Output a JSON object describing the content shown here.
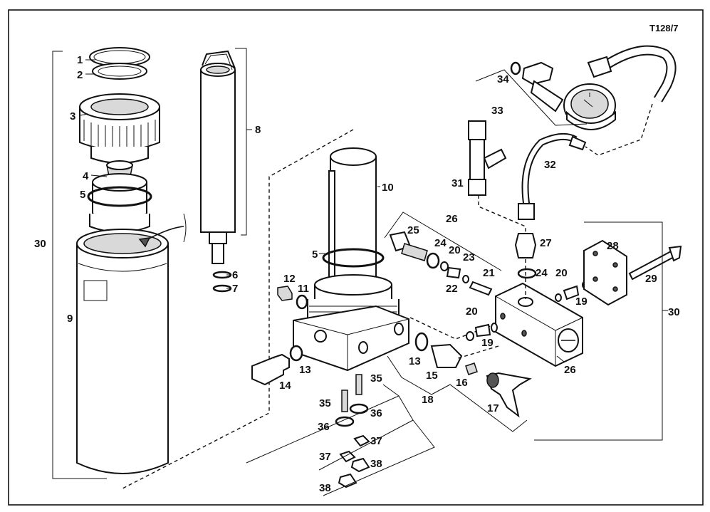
{
  "drawing_ref": "T128/7",
  "labels": {
    "l1": "1",
    "l2": "2",
    "l3": "3",
    "l4": "4",
    "l5a": "5",
    "l5b": "5",
    "l6": "6",
    "l7": "7",
    "l8": "8",
    "l9": "9",
    "l10": "10",
    "l11": "11",
    "l12": "12",
    "l13a": "13",
    "l13b": "13",
    "l14": "14",
    "l15": "15",
    "l16": "16",
    "l17": "17",
    "l18": "18",
    "l19a": "19",
    "l19b": "19",
    "l20a": "20",
    "l20b": "20",
    "l20c": "20",
    "l21": "21",
    "l22": "22",
    "l23": "23",
    "l24a": "24",
    "l24b": "24",
    "l25": "25",
    "l26a": "26",
    "l26b": "26",
    "l27": "27",
    "l28": "28",
    "l29": "29",
    "l30a": "30",
    "l30b": "30",
    "l31": "31",
    "l32": "32",
    "l33": "33",
    "l34": "34",
    "l35a": "35",
    "l35b": "35",
    "l36a": "36",
    "l36b": "36",
    "l37a": "37",
    "l37b": "37",
    "l38a": "38",
    "l38b": "38"
  }
}
